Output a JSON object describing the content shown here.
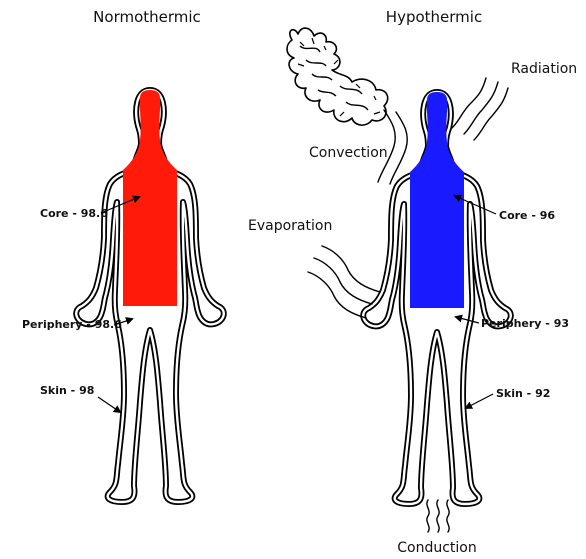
{
  "titles": {
    "normothermic": "Normothermic",
    "hypothermic": "Hypothermic"
  },
  "normothermic_labels": {
    "core": "Core - 98.6",
    "periphery": "Periphery - 98.6",
    "skin": "Skin - 98"
  },
  "hypothermic_labels": {
    "core": "Core - 96",
    "periphery": "Periphery - 93",
    "skin": "Skin - 92"
  },
  "heat_loss": {
    "radiation": "Radiation",
    "convection": "Convection",
    "evaporation": "Evaporation",
    "conduction": "Conduction"
  },
  "colors": {
    "normothermic_core": "#ff1a0a",
    "hypothermic_core": "#1a1aff",
    "outline": "#000000",
    "background": "#ffffff"
  },
  "icons": {
    "heat_source": "cloud-icon"
  }
}
